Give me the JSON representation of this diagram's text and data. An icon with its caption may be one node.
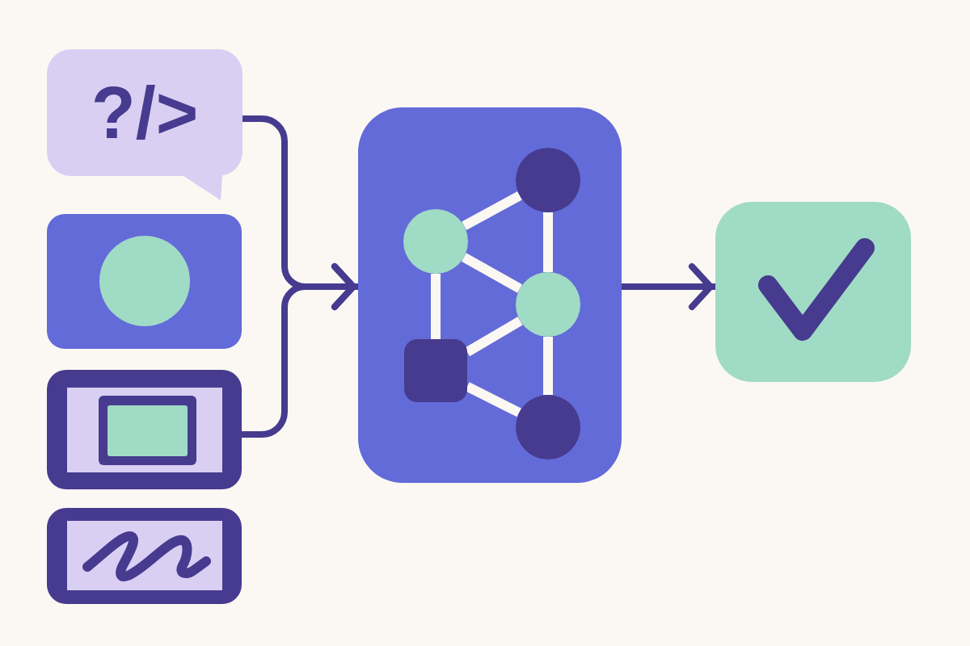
{
  "diagram": {
    "nodes": [
      {
        "text": [
          "?/>"
        ]
      },
      {
        "text": [],
        "shape": "box"
      },
      {
        "text": [],
        "shape": "box"
      },
      {
        "text": [],
        "shape": "box"
      },
      {
        "text": [],
        "shape": "box"
      },
      {
        "text": [],
        "shape": "circle",
        "in": 4
      },
      {
        "text": [],
        "shape": "circle",
        "in": 4
      },
      {
        "text": [],
        "shape": "circle",
        "in": 4
      },
      {
        "text": [],
        "shape": "box",
        "in": 4
      },
      {
        "text": [],
        "shape": "circle",
        "in": 4
      },
      {
        "text": [],
        "shape": "box"
      }
    ],
    "edges": [
      {
        "from": 0,
        "to": 4,
        "arrow": "to",
        "color": "#463b8f"
      },
      {
        "from": 2,
        "to": 4,
        "arrow": "to",
        "color": "#463b8f"
      },
      {
        "from": 4,
        "to": 10,
        "arrow": "to",
        "color": "#463b8f"
      },
      {
        "from": 6,
        "to": 5,
        "arrow": "none"
      },
      {
        "from": 5,
        "to": 7,
        "arrow": "none"
      },
      {
        "from": 6,
        "to": 7,
        "arrow": "none"
      },
      {
        "from": 6,
        "to": 8,
        "arrow": "none"
      },
      {
        "from": 8,
        "to": 7,
        "arrow": "none"
      },
      {
        "from": 7,
        "to": 9,
        "arrow": "none"
      },
      {
        "from": 8,
        "to": 9,
        "arrow": "none"
      }
    ]
  }
}
